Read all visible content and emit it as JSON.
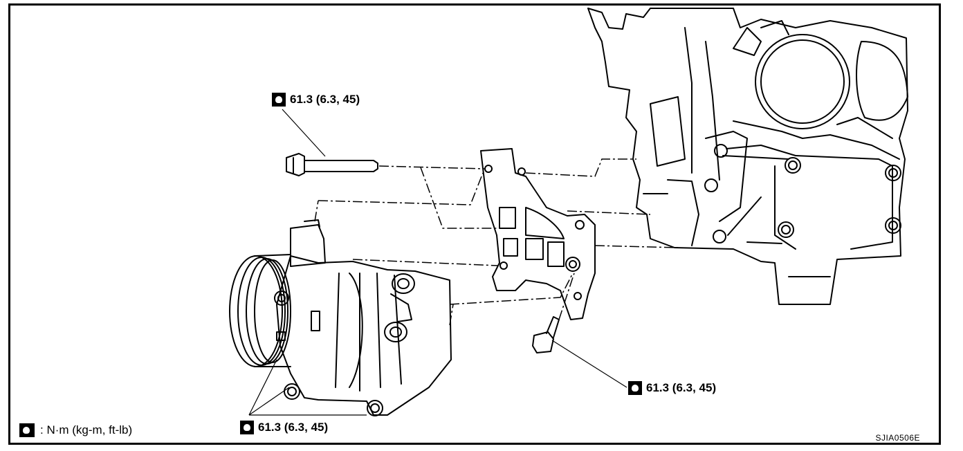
{
  "callouts": {
    "top_bolt": "61.3 (6.3, 45)",
    "right_bolt": "61.3 (6.3, 45)",
    "bottom_bolts": "61.3 (6.3, 45)"
  },
  "legend": {
    "text": ": N·m (kg-m, ft-lb)"
  },
  "figure_code": "SJIA0506E",
  "icons": {
    "torque": "torque-wrench-icon"
  }
}
